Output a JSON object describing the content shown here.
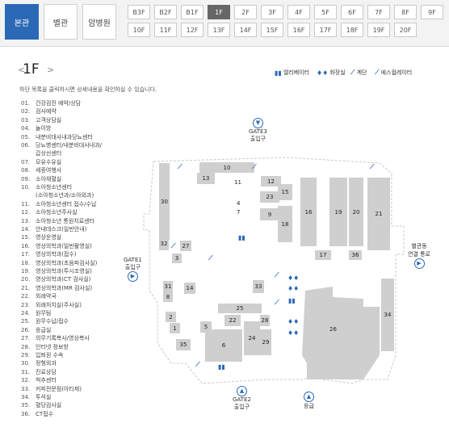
{
  "buildings": [
    {
      "label": "본관",
      "active": true
    },
    {
      "label": "별관",
      "active": false
    },
    {
      "label": "암병원",
      "active": false
    }
  ],
  "floors_row1": [
    "B3F",
    "B2F",
    "B1F",
    "1F",
    "2F",
    "3F",
    "4F",
    "5F",
    "6F",
    "7F",
    "8F",
    "9F"
  ],
  "floors_row2": [
    "10F",
    "11F",
    "12F",
    "13F",
    "14F",
    "15F",
    "16F",
    "17F",
    "18F",
    "19F",
    "20F"
  ],
  "active_floor": "1F",
  "floor_title": "1F",
  "nav": {
    "prev": "<",
    "next": ">"
  },
  "legend": [
    {
      "icon": "elevator-icon",
      "glyph": "▮▮",
      "label": "엘리베이터"
    },
    {
      "icon": "restroom-icon",
      "glyph": "♦♦",
      "label": "화장실"
    },
    {
      "icon": "stairs-icon",
      "glyph": "⟋",
      "label": "계단"
    },
    {
      "icon": "escalator-icon",
      "glyph": "⟋",
      "label": "에스컬레이터"
    }
  ],
  "instruction": "하단 목록을 클릭하시면 상세내용을 확인하실 수 있습니다.",
  "facilities": [
    {
      "num": "01.",
      "name": "건강검진 예약/상담"
    },
    {
      "num": "02.",
      "name": "검사예약"
    },
    {
      "num": "03.",
      "name": "고객상담실"
    },
    {
      "num": "04.",
      "name": "놀이방"
    },
    {
      "num": "05.",
      "name": "내분비대사내과당뇨센터"
    },
    {
      "num": "06.",
      "name": "당뇨병센터/내분비대사내과/"
    },
    {
      "num": "",
      "name": "갑상선센터"
    },
    {
      "num": "07.",
      "name": "모유수유실"
    },
    {
      "num": "08.",
      "name": "세종여행사"
    },
    {
      "num": "09.",
      "name": "소아채혈실"
    },
    {
      "num": "10.",
      "name": "소아청소년센터"
    },
    {
      "num": "",
      "name": "(소아청소년과/소아외과)"
    },
    {
      "num": "11.",
      "name": "소아청소년센터 접수/수납"
    },
    {
      "num": "12.",
      "name": "소아청소년주사실"
    },
    {
      "num": "13.",
      "name": "소아청소년 통원치료센터"
    },
    {
      "num": "14.",
      "name": "안내데스크(일반안내)"
    },
    {
      "num": "15.",
      "name": "영상운영실"
    },
    {
      "num": "16.",
      "name": "영상의학과(일반촬영실)"
    },
    {
      "num": "17.",
      "name": "영상의학과(접수)"
    },
    {
      "num": "18.",
      "name": "영상의학과(초음파검사실)"
    },
    {
      "num": "19.",
      "name": "영상의학과(투시조영실)"
    },
    {
      "num": "20.",
      "name": "영상의학과(CT 검사실)"
    },
    {
      "num": "21.",
      "name": "영상의학과(MR 검사실)"
    },
    {
      "num": "22.",
      "name": "외래약국"
    },
    {
      "num": "23.",
      "name": "외래처치실(주사실)"
    },
    {
      "num": "24.",
      "name": "원무팀"
    },
    {
      "num": "25.",
      "name": "원무수납/접수"
    },
    {
      "num": "26.",
      "name": "응급실"
    },
    {
      "num": "27.",
      "name": "의무기록복사/영상복사"
    },
    {
      "num": "28.",
      "name": "인터넷 정보방"
    },
    {
      "num": "29.",
      "name": "입퇴원 수속"
    },
    {
      "num": "30.",
      "name": "정형외과"
    },
    {
      "num": "31.",
      "name": "진료상담"
    },
    {
      "num": "32.",
      "name": "척추센터"
    },
    {
      "num": "33.",
      "name": "커피전문점(아티제)"
    },
    {
      "num": "34.",
      "name": "투석실"
    },
    {
      "num": "35.",
      "name": "혈당검사실"
    },
    {
      "num": "36.",
      "name": "CT접수"
    }
  ],
  "map_labels": [
    "1",
    "2",
    "3",
    "4",
    "5",
    "6",
    "7",
    "8",
    "9",
    "10",
    "11",
    "12",
    "13",
    "14",
    "15",
    "16",
    "17",
    "18",
    "19",
    "20",
    "21",
    "22",
    "23",
    "24",
    "25",
    "26",
    "27",
    "28",
    "29",
    "30",
    "31",
    "32",
    "33",
    "34",
    "35",
    "36"
  ],
  "gates": {
    "gate3": {
      "line1": "GATE3",
      "line2": "출입구"
    },
    "gate1": {
      "line1": "GATE1",
      "line2": "출입구"
    },
    "gate2": {
      "line1": "GATE2",
      "line2": "출입구"
    },
    "annex": {
      "line1": "별관동",
      "line2": "연결 통로"
    },
    "emergency": {
      "line1": "응급"
    }
  },
  "colors": {
    "accent": "#2b68b6",
    "room": "#cfcfcf",
    "active_floor": "#666666"
  }
}
